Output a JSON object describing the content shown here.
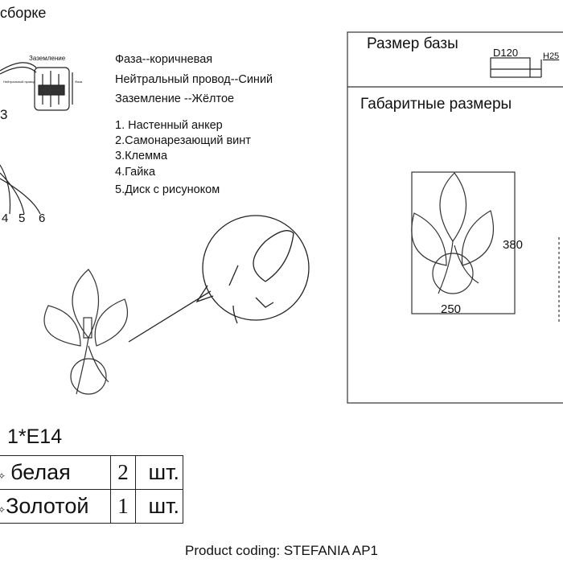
{
  "header": {
    "title_fragment": "сборке"
  },
  "wiring": {
    "ground_label": "Заземление",
    "neutral_label": "Нейтральный провод",
    "phase_label": "Фаза",
    "lines": [
      "Фаза--коричневая",
      "Нейтральный провод--Синий",
      "Заземление --Жёлтое"
    ]
  },
  "parts": [
    "1. Настенный анкер",
    "2.Самонарезающий винт",
    "3.Клемма",
    "4.Гайка",
    "5.Диск с рисуноком"
  ],
  "callout_numbers": [
    "3",
    "4",
    "5",
    "6"
  ],
  "dimensions": {
    "base_title": "Размер базы",
    "base_diameter": "D120",
    "base_height": "H25",
    "overall_title": "Габаритные размеры",
    "height": "380",
    "width": "250"
  },
  "bulb": {
    "spec": "1*E14"
  },
  "components": [
    {
      "name": "белая",
      "qty": "2",
      "unit": "шт."
    },
    {
      "name": "Золотой",
      "qty": "1",
      "unit": "шт."
    }
  ],
  "footer": {
    "product_coding": "Product coding: STEFANIA AP1"
  }
}
